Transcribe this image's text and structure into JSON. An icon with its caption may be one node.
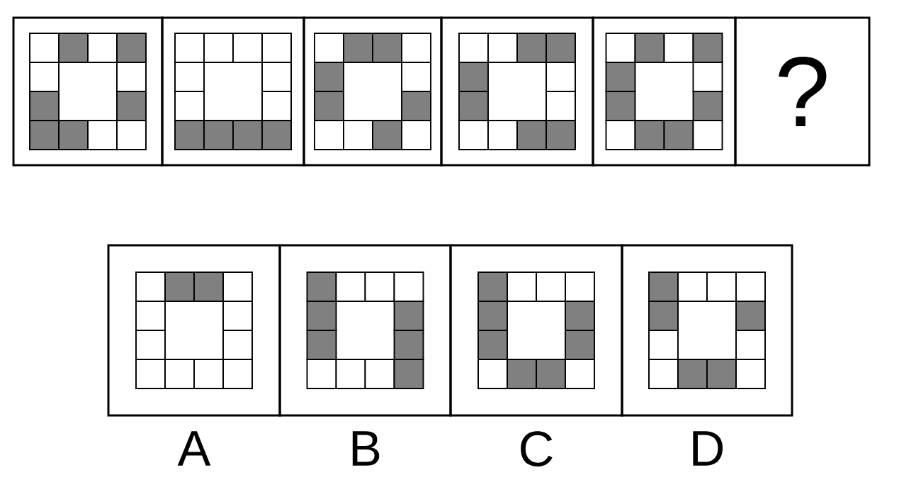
{
  "diagram": {
    "nodes": [
      {
        "text": [],
        "shape": "box"
      },
      {
        "text": [],
        "shape": "box"
      },
      {
        "text": [],
        "shape": "box"
      },
      {
        "text": [],
        "shape": "box"
      },
      {
        "text": [],
        "shape": "box"
      },
      {
        "text": [
          "?"
        ]
      },
      {
        "text": [],
        "shape": "box",
        "beside": [
          "A"
        ]
      },
      {
        "text": [],
        "shape": "box",
        "beside": [
          "B"
        ]
      },
      {
        "text": [],
        "shape": "box",
        "beside": [
          "C"
        ]
      },
      {
        "text": [],
        "shape": "box",
        "beside": [
          "D"
        ]
      }
    ]
  }
}
